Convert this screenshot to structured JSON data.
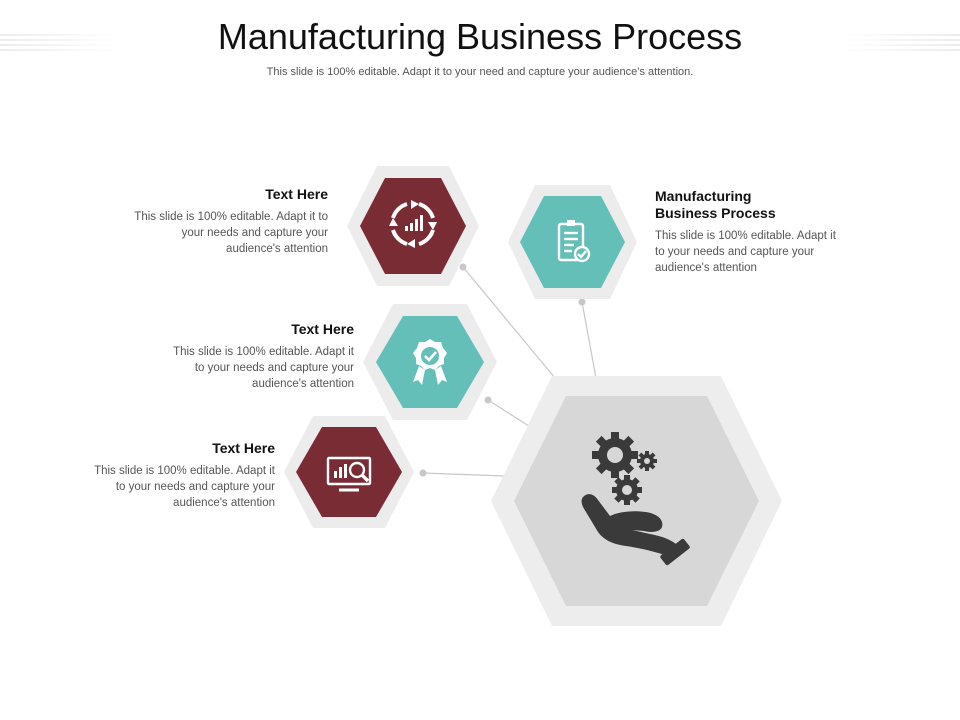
{
  "title": "Manufacturing Business Process",
  "subtitle": "This slide is 100% editable. Adapt it to your need and capture your audience’s attention.",
  "items": [
    {
      "heading": "Text Here",
      "body_lines": [
        "This slide is 100% editable. Adapt it to",
        "your needs and capture your",
        "audience's attention"
      ],
      "icon": "cycle-growth-icon",
      "color": "#7a2c35"
    },
    {
      "heading": "Text Here",
      "body_lines": [
        "This slide is 100% editable. Adapt it",
        "to your needs and capture your",
        "audience's attention"
      ],
      "icon": "award-badge-icon",
      "color": "#63bfb8"
    },
    {
      "heading": "Text Here",
      "body_lines": [
        "This slide is 100% editable. Adapt it",
        "to your needs and capture your",
        "audience's attention"
      ],
      "icon": "monitor-analytics-icon",
      "color": "#7a2c35"
    },
    {
      "heading_lines": [
        "Manufacturing",
        "Business Process"
      ],
      "body_lines": [
        "This slide is 100% editable. Adapt it",
        "to your needs and capture your",
        "audience's attention"
      ],
      "icon": "clipboard-check-icon",
      "color": "#63bfb8"
    }
  ],
  "center": {
    "icon": "hand-gears-icon",
    "color": "#d7d7d7"
  },
  "colors": {
    "maroon": "#7a2c35",
    "teal": "#63bfb8",
    "ring": "#ececec",
    "icon_dark": "#3a3a3a"
  }
}
